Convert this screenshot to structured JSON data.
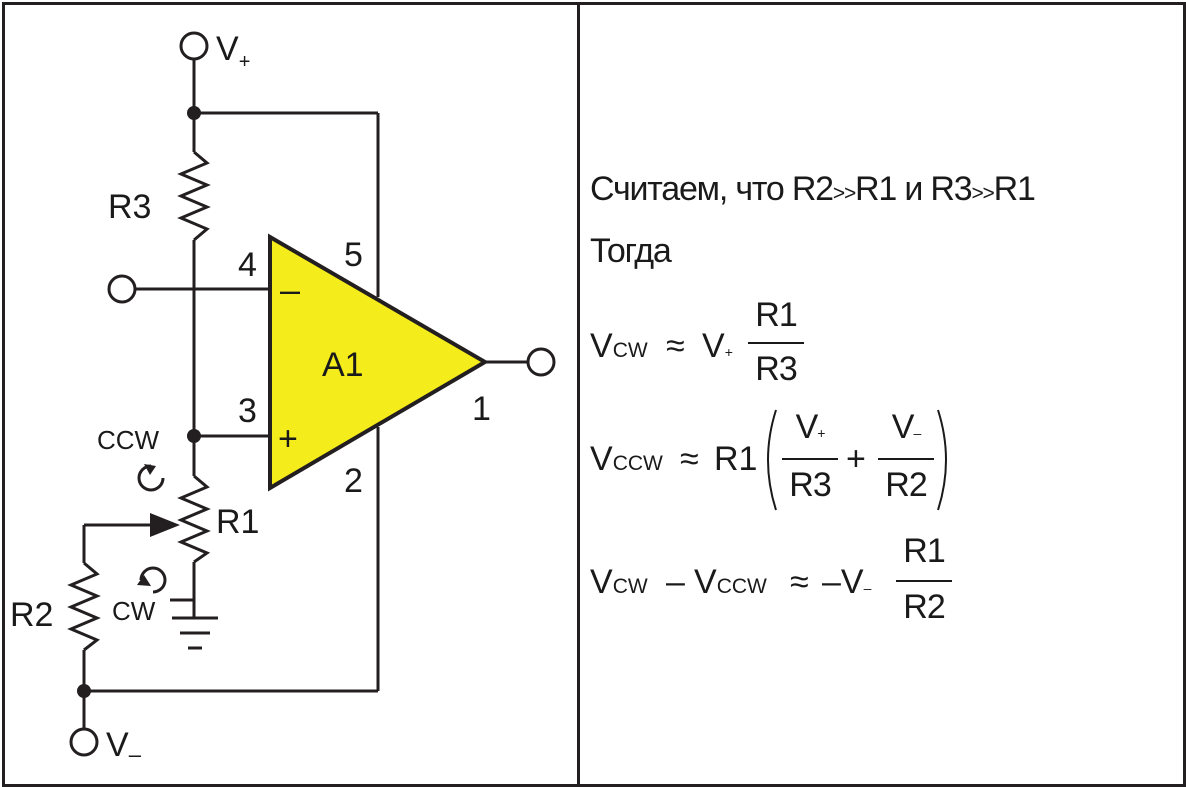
{
  "schematic": {
    "vplus": {
      "text": "V",
      "sub": "+"
    },
    "vminus": {
      "text": "V",
      "sub": "–"
    },
    "r3": "R3",
    "r2": "R2",
    "r1": "R1",
    "opamp": "A1",
    "pin4": "4",
    "pin5": "5",
    "pin3": "3",
    "pin1": "1",
    "pin2": "2",
    "inv_sign": "–",
    "noninv_sign": "+",
    "ccw": "CCW",
    "cw": "CW"
  },
  "equations": {
    "line1": "Считаем, что R2",
    "gg1": ">>",
    "mid1": "R1 и R3",
    "gg2": ">>",
    "end1": "R1",
    "then": "Тогда",
    "e1": {
      "v": "V",
      "sub": "CW",
      "approx": "≈",
      "rhs": "V",
      "rhs_sub": "+",
      "num": "R1",
      "den": "R3"
    },
    "e2": {
      "v": "V",
      "sub": "CCW",
      "approx": "≈",
      "coef": "R1",
      "num1": "V",
      "num1_sub": "+",
      "den1": "R3",
      "plus": "+",
      "num2": "V",
      "num2_sub": "–",
      "den2": "R2"
    },
    "e3": {
      "v1": "V",
      "sub1": "CW",
      "minus": "–",
      "v2": "V",
      "sub2": "CCW",
      "approx": "≈",
      "rhs": "–V",
      "rhs_sub": "–",
      "num": "R1",
      "den": "R2"
    }
  },
  "colors": {
    "opamp_fill": "#f5ec1b",
    "line": "#231f20",
    "text": "#1a1a1a",
    "background": "#ffffff"
  }
}
